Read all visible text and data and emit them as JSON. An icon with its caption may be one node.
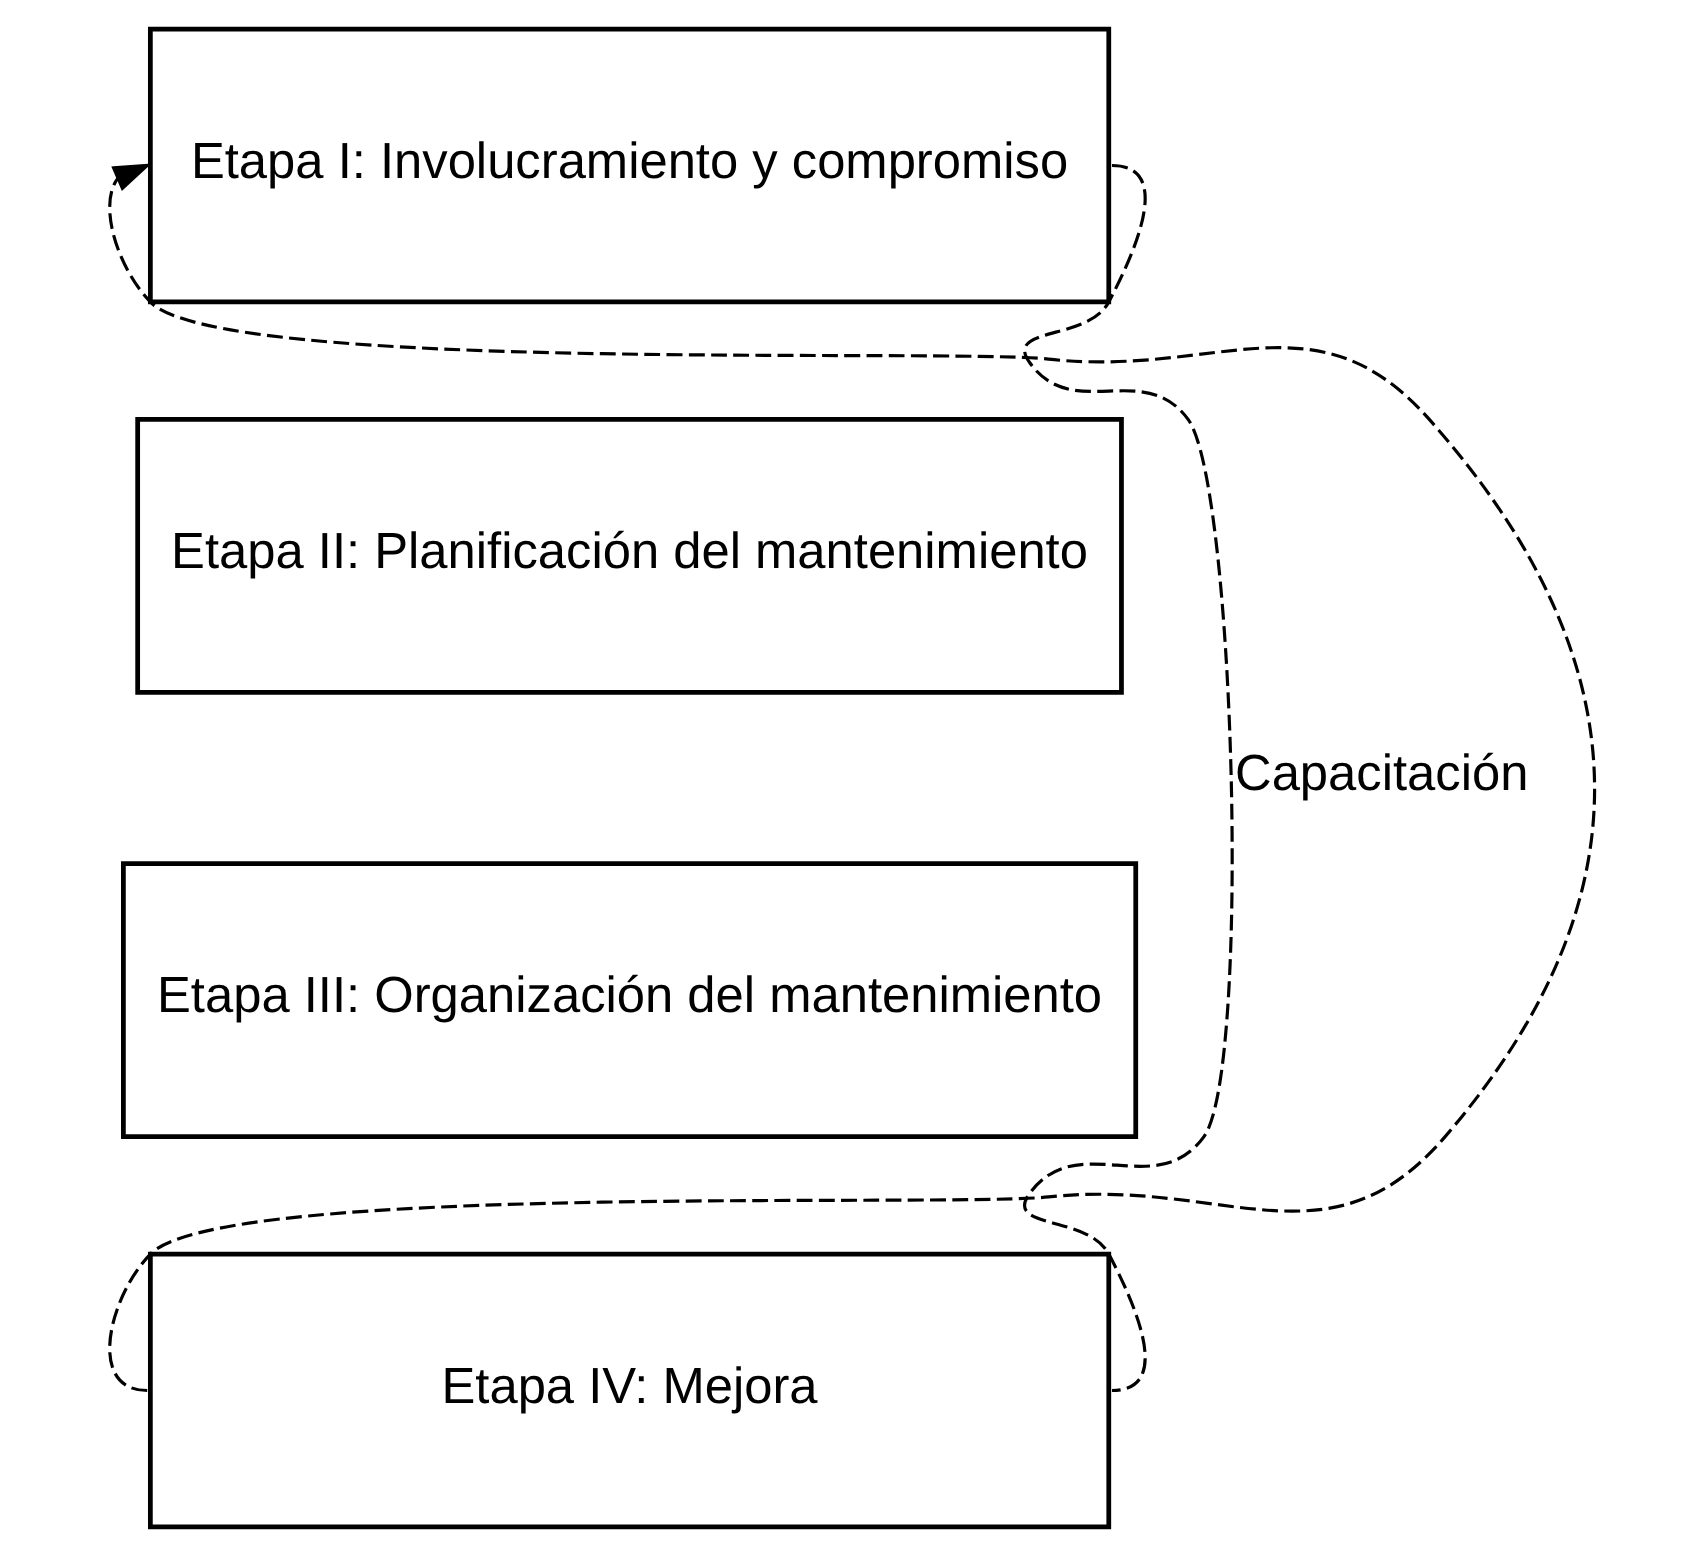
{
  "diagram": {
    "nodes": [
      {
        "text": [
          "Etapa I: Involucramiento y compromiso"
        ]
      },
      {
        "text": [
          "Etapa II: Planificación del mantenimiento"
        ]
      },
      {
        "text": [
          "Etapa III: Organización del mantenimiento"
        ]
      },
      {
        "text": [
          "Etapa IV: Mejora"
        ]
      }
    ],
    "edges": [
      {
        "from": 3,
        "to": 0,
        "arrow": "to",
        "style": "dashed"
      },
      {
        "from": 0,
        "to": 3,
        "arrow": "none",
        "style": "dashed",
        "label": "Capacitación"
      }
    ]
  }
}
